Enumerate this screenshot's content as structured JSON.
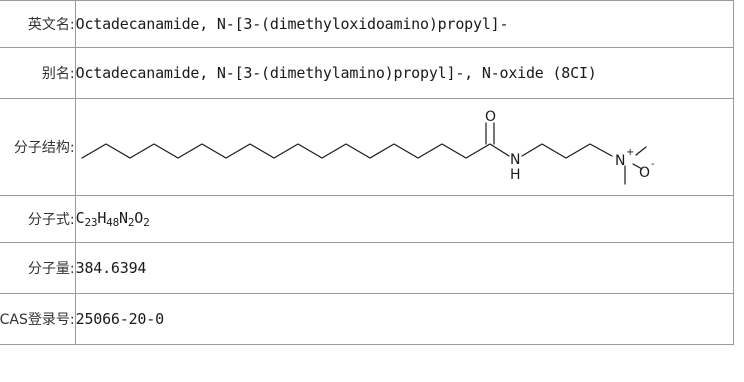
{
  "rows": {
    "english_name": {
      "label": "英文名:",
      "value": "Octadecanamide, N-[3-(dimethyloxidoamino)propyl]-"
    },
    "alias": {
      "label": "别名:",
      "value": "Octadecanamide, N-[3-(dimethylamino)propyl]-, N-oxide (8CI)"
    },
    "structure": {
      "label": "分子结构:",
      "atoms": {
        "oxygen_carbonyl": "O",
        "nitrogen_amide": "N",
        "hydrogen_amide": "H",
        "nitrogen_oxide": "N",
        "plus_charge": "+",
        "oxygen_oxide": "O",
        "minus_charge": "-"
      }
    },
    "formula": {
      "label": "分子式:",
      "parts": [
        {
          "el": "C",
          "n": "23"
        },
        {
          "el": "H",
          "n": "48"
        },
        {
          "el": "N",
          "n": "2"
        },
        {
          "el": "O",
          "n": "2"
        }
      ]
    },
    "weight": {
      "label": "分子量:",
      "value": "384.6394"
    },
    "cas": {
      "label": "CAS登录号:",
      "value": "25066-20-0"
    }
  }
}
